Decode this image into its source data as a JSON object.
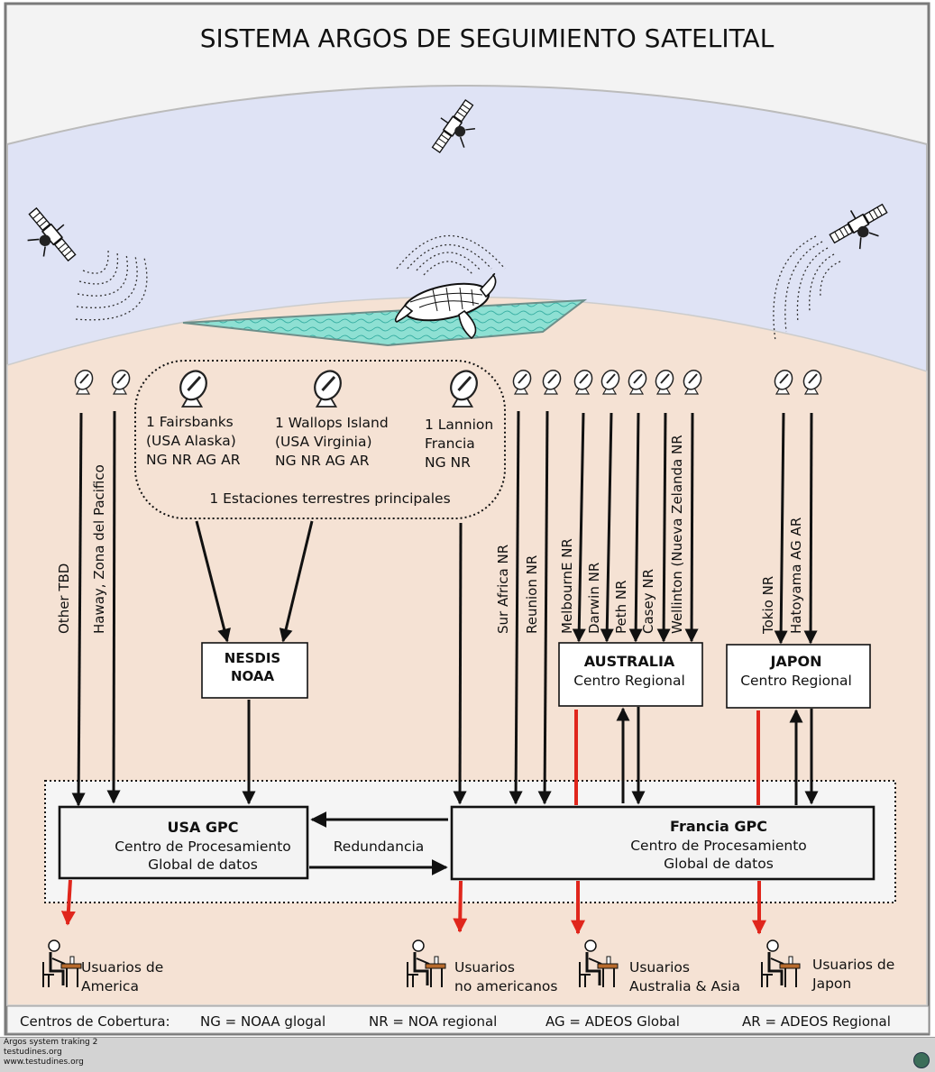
{
  "title": "SISTEMA ARGOS DE SEGUIMIENTO SATELITAL",
  "main_stations": {
    "label": "1 Estaciones terrestres principales",
    "fairbanks": [
      "1 Fairsbanks",
      "(USA Alaska)",
      "NG NR AG AR"
    ],
    "wallops": [
      "1 Wallops Island",
      "(USA Virginia)",
      "NG NR AG AR"
    ],
    "lannion": [
      "1 Lannion",
      "Francia",
      "NG NR"
    ]
  },
  "station_labels": {
    "other": "Other TBD",
    "haway": "Haway, Zona del Pacifico",
    "surafrica": "Sur Africa NR",
    "reunion": "Reunion NR",
    "melbourne": "MelbournE NR",
    "darwin": "Darwin NR",
    "peth": "Peth NR",
    "casey": "Casey NR",
    "wellinton": "Wellinton (Nueva Zelanda NR",
    "tokio": "Tokio NR",
    "hatoyama": "Hatoyama  AG AR"
  },
  "boxes": {
    "nesdis": [
      "NESDIS",
      "NOAA"
    ],
    "australia": [
      "AUSTRALIA",
      "Centro Regional"
    ],
    "japon": [
      "JAPON",
      "Centro Regional"
    ],
    "usa_gpc": [
      "USA  GPC",
      "Centro de Procesamiento",
      "Global de datos"
    ],
    "francia_gpc": [
      "Francia GPC",
      "Centro de Procesamiento",
      "Global de datos"
    ],
    "redundancia": "Redundancia"
  },
  "users": {
    "america": [
      "Usuarios de",
      "America"
    ],
    "no_americanos": [
      "Usuarios",
      "no americanos"
    ],
    "australia_asia": [
      "Usuarios",
      "Australia & Asia"
    ],
    "japon": [
      "Usuarios de",
      "Japon"
    ]
  },
  "legend": {
    "prefix": "Centros de Cobertura:",
    "ng": "NG = NOAA  glogal",
    "nr": "NR = NOA  regional",
    "ag": "AG = ADEOS  Global",
    "ar": "AR = ADEOS  Regional"
  },
  "footer": [
    "Argos system traking 2",
    "testudines.org",
    "www.testudines.org"
  ],
  "colors": {
    "sky": "#dfe3f5",
    "land": "#f5e2d4",
    "water": "#7fdccf",
    "red_arrow": "#e0261c"
  }
}
